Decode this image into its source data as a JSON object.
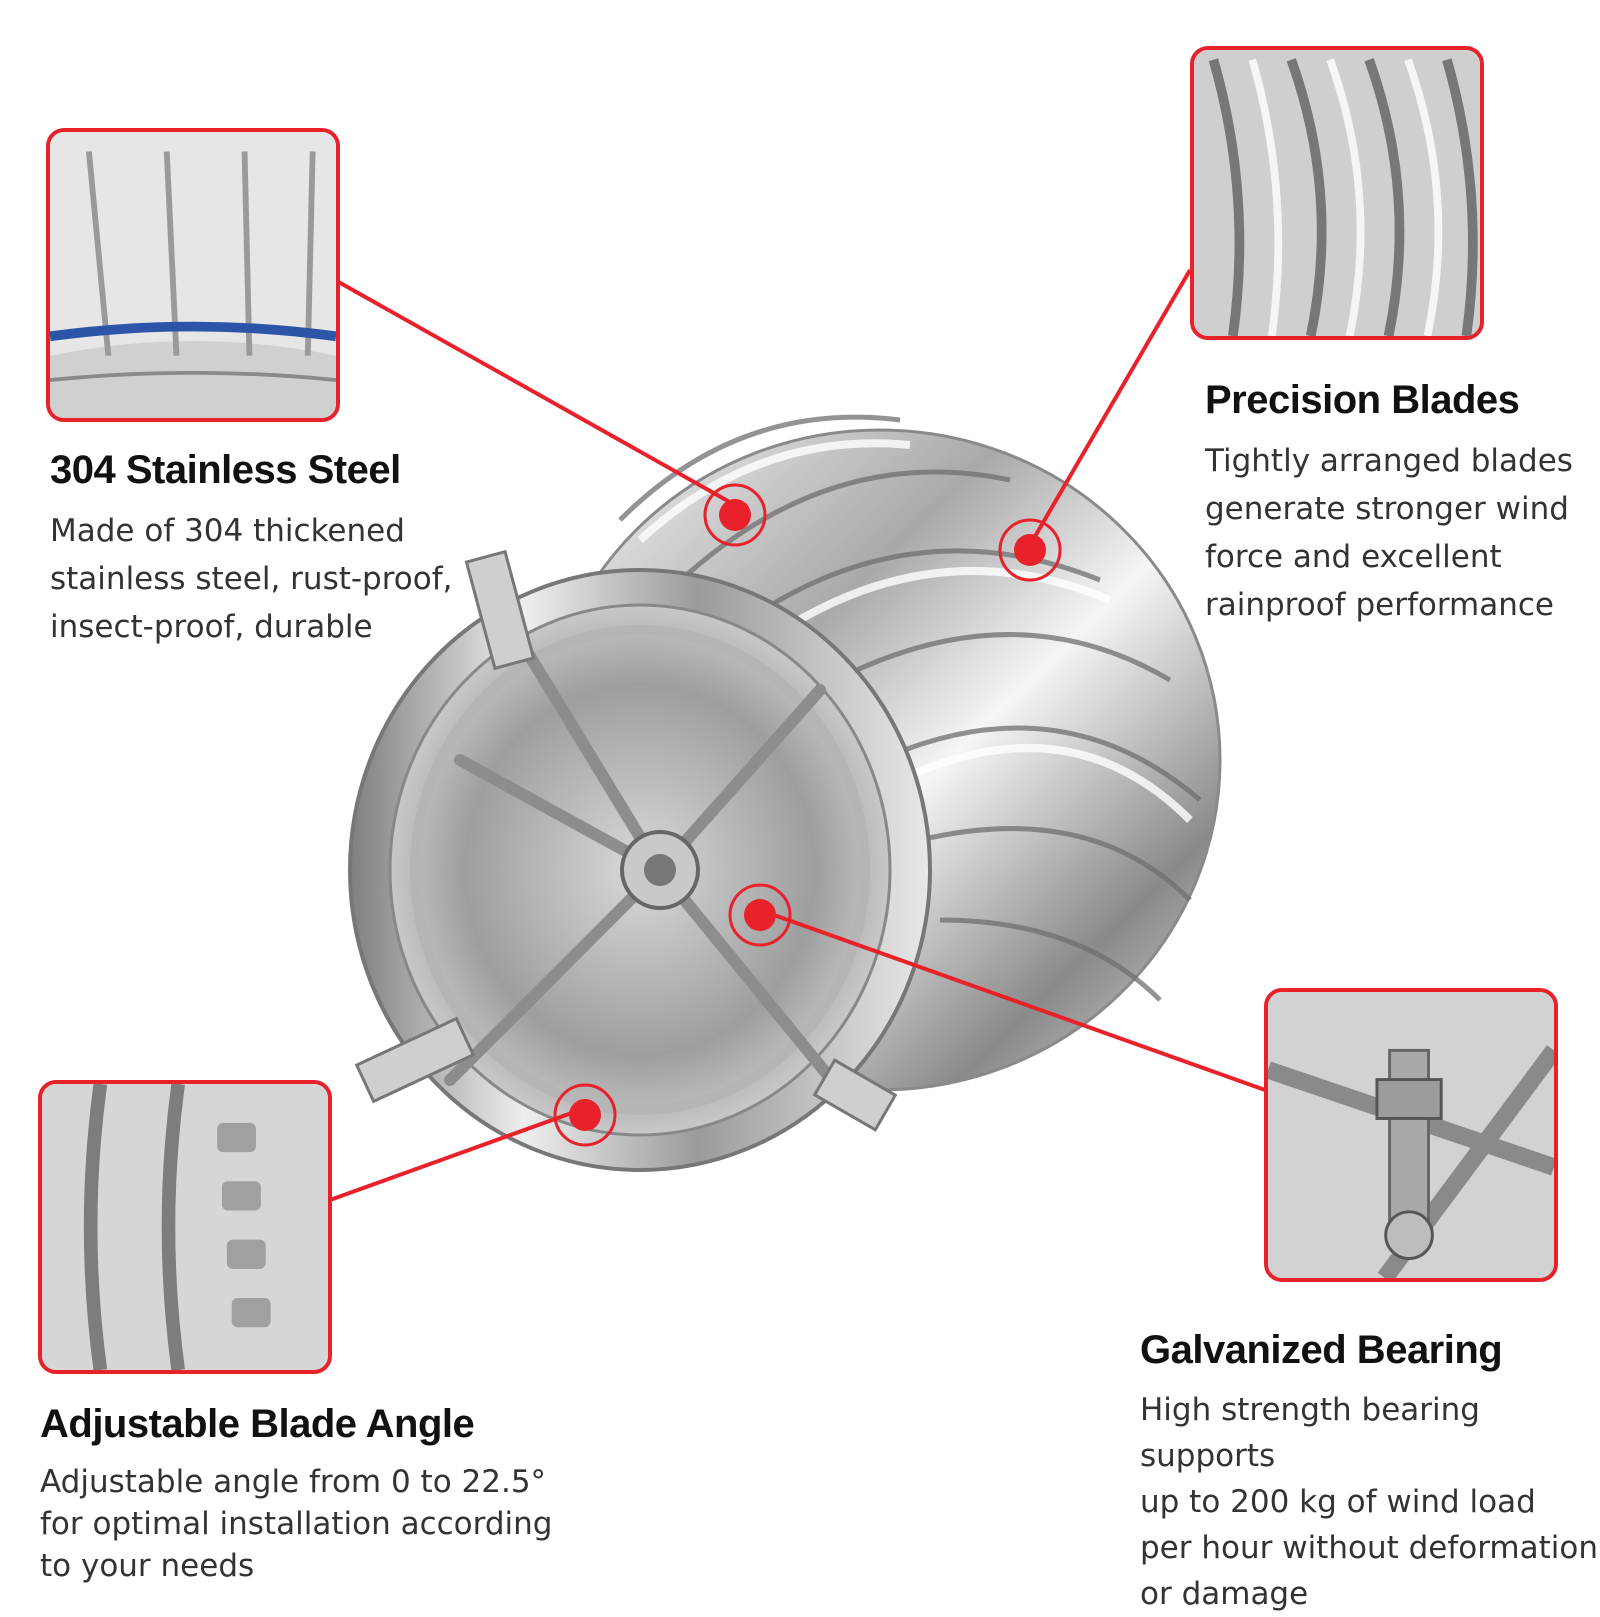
{
  "colors": {
    "accent": "#e8212b",
    "steel_light": "#f2f2f2",
    "steel_dark": "#8c8c8c"
  },
  "features": [
    {
      "id": "steel",
      "title": "304 Stainless Steel",
      "lines": [
        "Made of 304 thickened",
        "stainless steel, rust-proof,",
        "insect-proof, durable"
      ]
    },
    {
      "id": "blades",
      "title": "Precision Blades",
      "lines": [
        "Tightly arranged blades",
        "generate stronger wind",
        "force and excellent",
        "rainproof performance"
      ]
    },
    {
      "id": "angle",
      "title": "Adjustable Blade Angle",
      "lines": [
        "Adjustable angle from 0 to 22.5°",
        "for optimal installation according",
        "to your needs"
      ]
    },
    {
      "id": "bearing",
      "title": "Galvanized Bearing",
      "lines": [
        "High strength bearing supports",
        "up to 200 kg of wind load",
        "per hour without deformation",
        "or damage"
      ]
    }
  ],
  "product_icon": "turbine-ventilator-icon"
}
